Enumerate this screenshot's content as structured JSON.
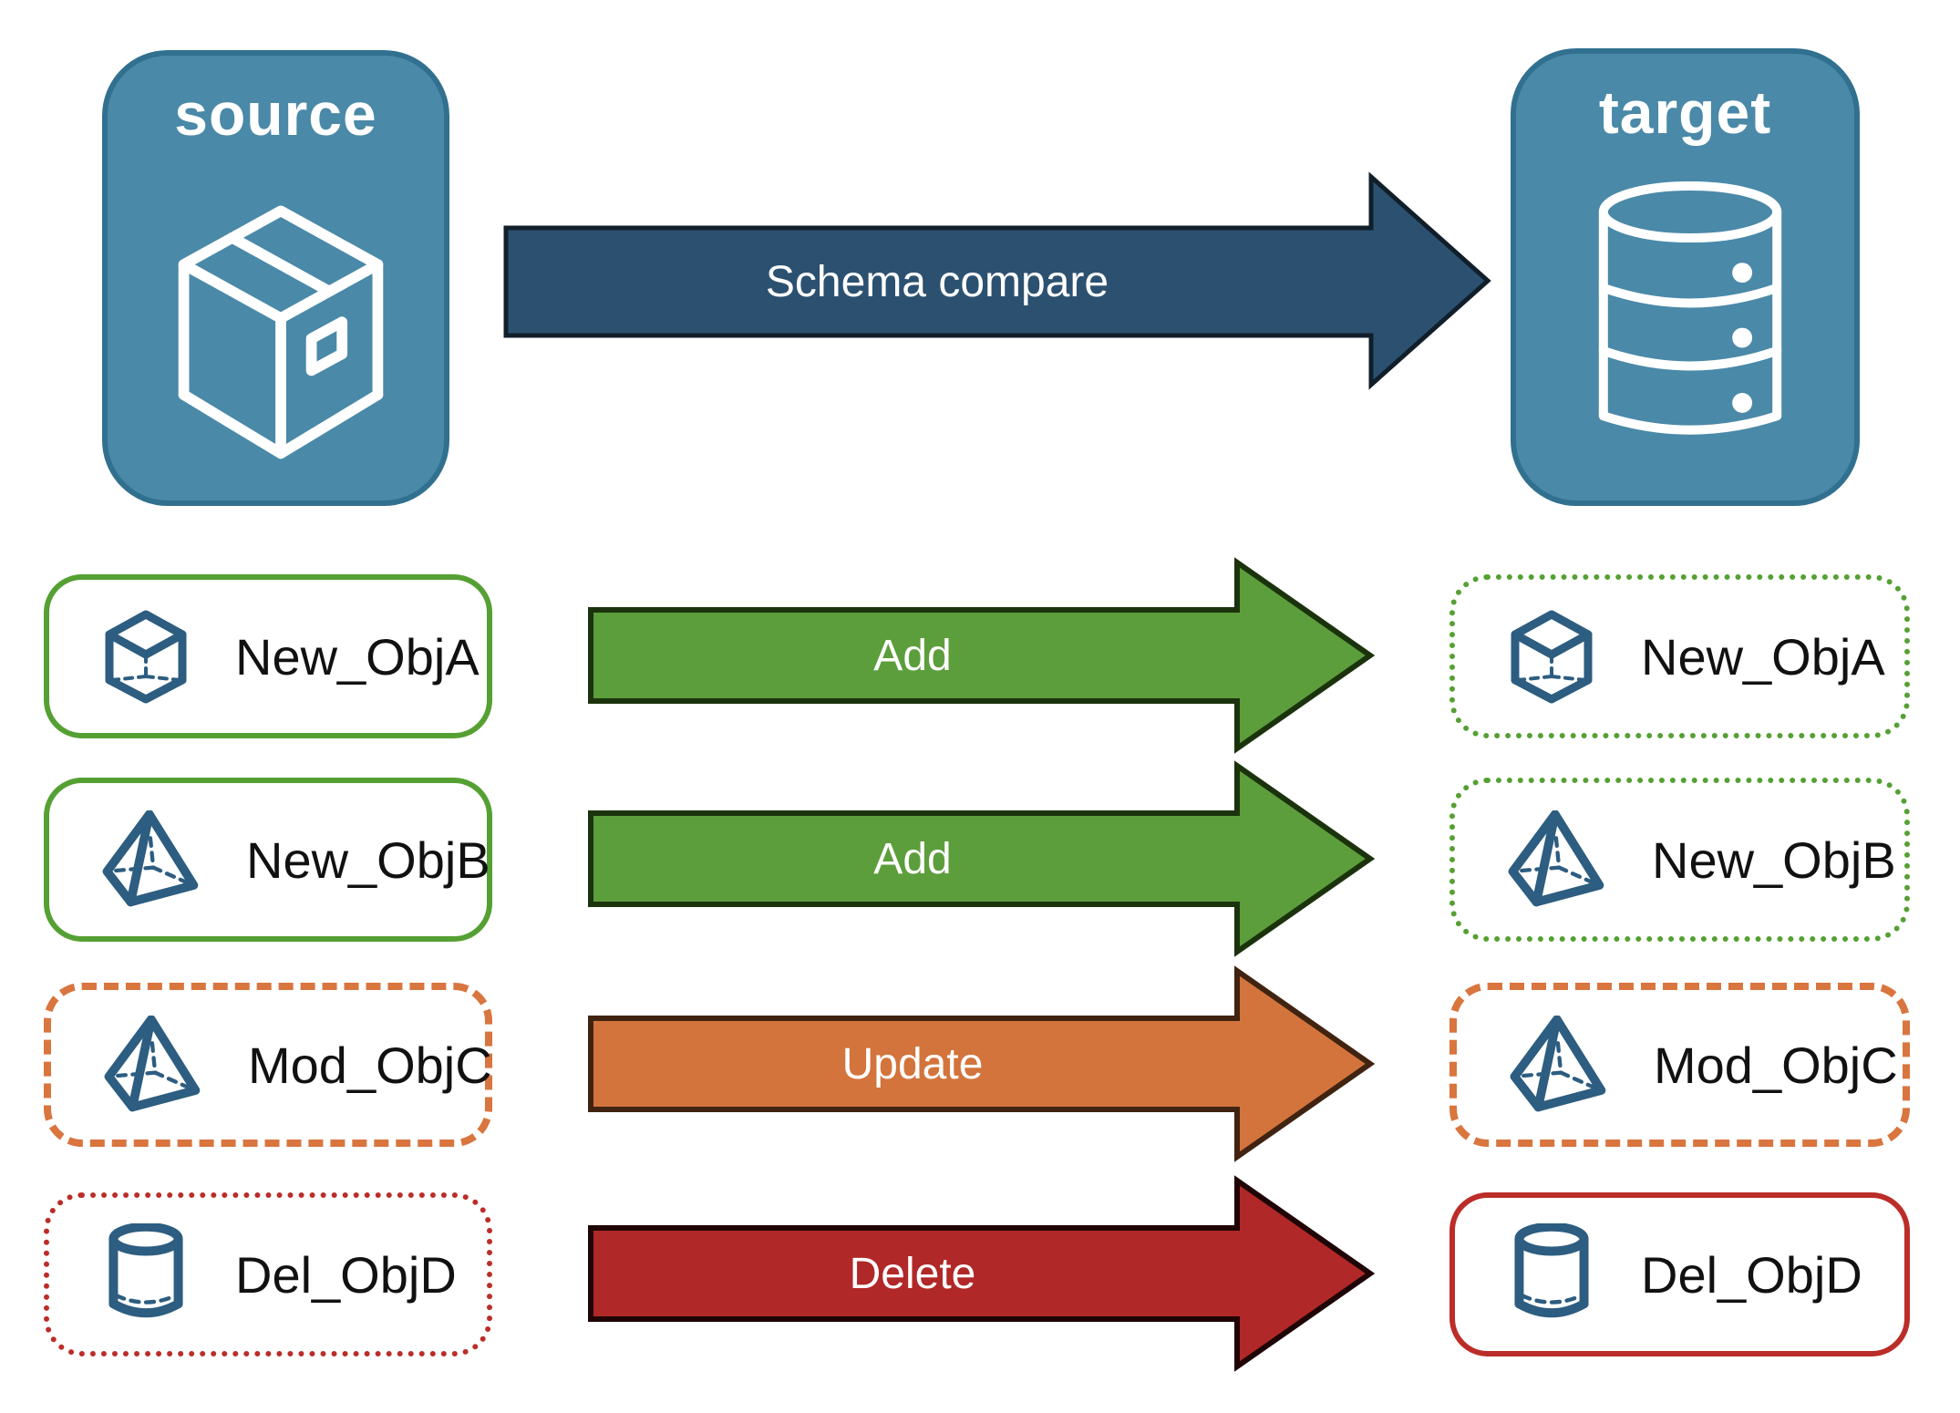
{
  "source_node": {
    "label": "source",
    "icon": "package-box",
    "fill": "#4a89a8",
    "border": "#31708f"
  },
  "target_node": {
    "label": "target",
    "icon": "database",
    "fill": "#4a89a8",
    "border": "#31708f"
  },
  "compare_arrow": {
    "label": "Schema compare",
    "color": "#2c5170"
  },
  "rows": [
    {
      "object": "New_ObjA",
      "icon": "cube",
      "action": "Add",
      "action_color": "#5d9e3c",
      "source_box_border": "green-solid",
      "target_box_border": "green-dotted"
    },
    {
      "object": "New_ObjB",
      "icon": "pyramid",
      "action": "Add",
      "action_color": "#5d9e3c",
      "source_box_border": "green-solid",
      "target_box_border": "green-dotted"
    },
    {
      "object": "Mod_ObjC",
      "icon": "pyramid",
      "action": "Update",
      "action_color": "#d3743c",
      "source_box_border": "orange-dashed",
      "target_box_border": "orange-dashed"
    },
    {
      "object": "Del_ObjD",
      "icon": "cylinder",
      "action": "Delete",
      "action_color": "#b02827",
      "source_box_border": "red-dotted",
      "target_box_border": "red-solid"
    }
  ],
  "colors": {
    "node_fill": "#4a89a8",
    "icon_stroke": "#2d5d80",
    "green": "#55a033",
    "orange": "#d9753f",
    "red": "#bb2d28",
    "label_text": "#111111"
  }
}
